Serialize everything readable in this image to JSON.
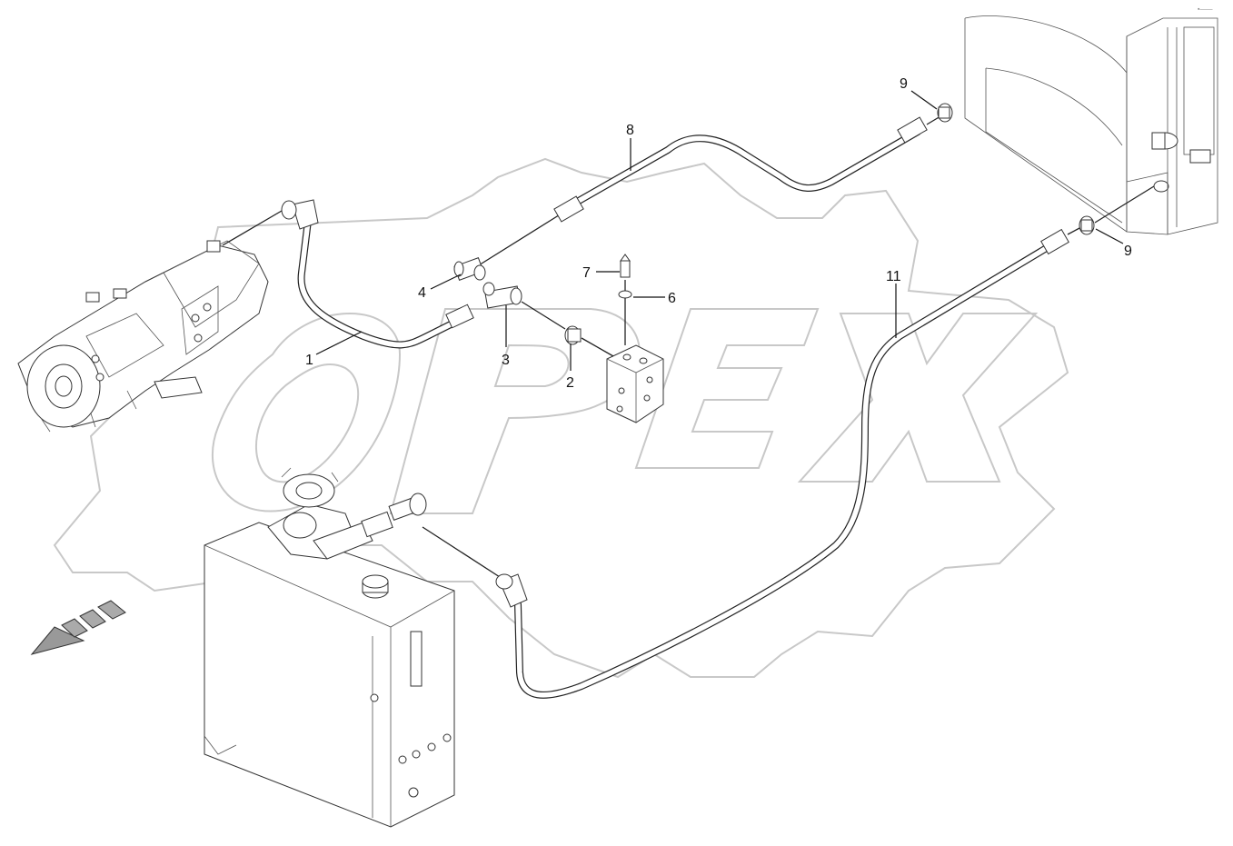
{
  "watermark": {
    "text": "OPEX"
  },
  "callouts": {
    "c1": "1",
    "c2": "2",
    "c3": "3",
    "c4": "4",
    "c6": "6",
    "c7": "7",
    "c8": "8",
    "c9a": "9",
    "c9b": "9",
    "c11": "11"
  },
  "corner_mark": "▪——"
}
